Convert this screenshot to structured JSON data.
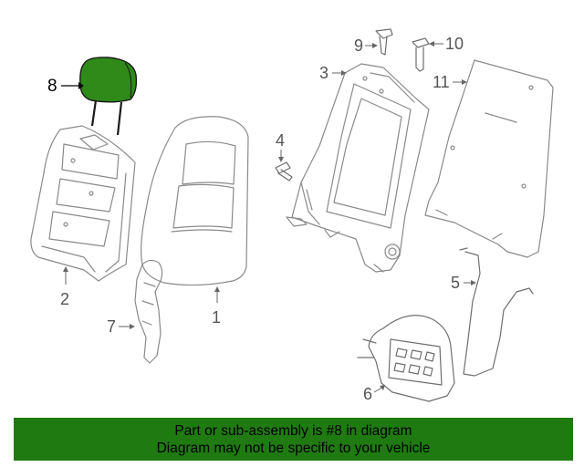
{
  "diagram": {
    "highlighted_part": "8",
    "callouts": [
      "1",
      "2",
      "3",
      "4",
      "5",
      "6",
      "7",
      "8",
      "9",
      "10",
      "11"
    ],
    "highlight_color": "#1f7a12"
  },
  "banner": {
    "line1": "Part or sub-assembly is #8 in diagram",
    "line2": "Diagram may not be specific to your vehicle",
    "background": "#1f7a12"
  }
}
